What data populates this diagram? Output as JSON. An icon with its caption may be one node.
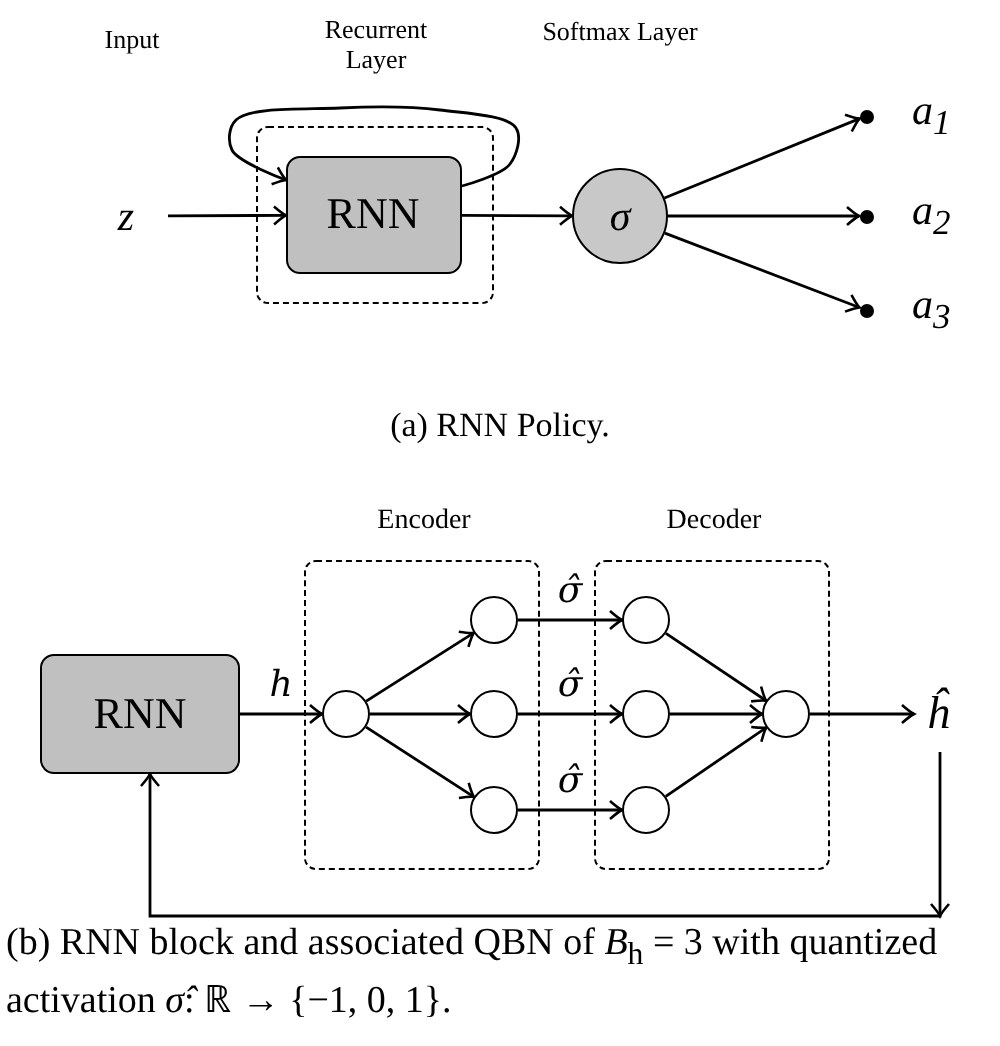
{
  "diagram": {
    "nodes": [
      {
        "text": [
          "z"
        ]
      },
      {
        "text": [
          "Recurrent Layer"
        ]
      },
      {
        "text": [
          "RNN"
        ],
        "in": 1
      },
      {
        "text": [
          "σ"
        ]
      },
      {
        "text": [],
        "shape": "circle",
        "beside": [
          "a$_{1}$"
        ]
      },
      {
        "text": [],
        "shape": "circle",
        "beside": [
          "a$_{2}$"
        ]
      },
      {
        "text": [],
        "shape": "circle",
        "beside": [
          "a$_{3}$"
        ]
      },
      {
        "text": [
          "RNN"
        ]
      },
      {
        "text": [
          "Encoder"
        ]
      },
      {
        "text": [],
        "shape": "circle",
        "in": 8
      },
      {
        "text": [],
        "shape": "circle",
        "in": 8
      },
      {
        "text": [],
        "shape": "circle",
        "in": 8
      },
      {
        "text": [],
        "shape": "circle",
        "in": 8
      },
      {
        "text": [
          "Decoder"
        ]
      },
      {
        "text": [],
        "shape": "circle",
        "in": 13
      },
      {
        "text": [],
        "shape": "circle",
        "in": 13
      },
      {
        "text": [],
        "shape": "circle",
        "in": 13
      },
      {
        "text": [],
        "shape": "circle",
        "in": 13
      },
      {
        "text": [
          "ĥ"
        ]
      }
    ],
    "edges": [
      {
        "from": 0,
        "to": 2,
        "arrow": "to"
      },
      {
        "from": 2,
        "to": 2,
        "arrow": "to"
      },
      {
        "from": 2,
        "to": 3,
        "arrow": "to"
      },
      {
        "from": 3,
        "to": 4,
        "arrow": "to"
      },
      {
        "from": 3,
        "to": 5,
        "arrow": "to"
      },
      {
        "from": 3,
        "to": 6,
        "arrow": "to"
      },
      {
        "from": 7,
        "to": 9,
        "arrow": "to",
        "label": "h"
      },
      {
        "from": 9,
        "to": 10,
        "arrow": "to"
      },
      {
        "from": 9,
        "to": 11,
        "arrow": "to"
      },
      {
        "from": 9,
        "to": 12,
        "arrow": "to"
      },
      {
        "from": 10,
        "to": 14,
        "arrow": "to",
        "label": "σ̂"
      },
      {
        "from": 11,
        "to": 15,
        "arrow": "to",
        "label": "σ̂"
      },
      {
        "from": 12,
        "to": 16,
        "arrow": "to",
        "label": "σ̂"
      },
      {
        "from": 14,
        "to": 17,
        "arrow": "to"
      },
      {
        "from": 15,
        "to": 17,
        "arrow": "to"
      },
      {
        "from": 16,
        "to": 17,
        "arrow": "to"
      },
      {
        "from": 17,
        "to": 18,
        "arrow": "to"
      },
      {
        "from": 18,
        "to": 7,
        "arrow": "to"
      }
    ],
    "labels": [
      "Input",
      "Softmax Layer",
      "(a) RNN Policy.",
      "(b) RNN block and associated QBN of *B*$_{h}$ = 3 with quantized activation *σ̂*: ℝ → {−1, 0, 1}."
    ]
  }
}
